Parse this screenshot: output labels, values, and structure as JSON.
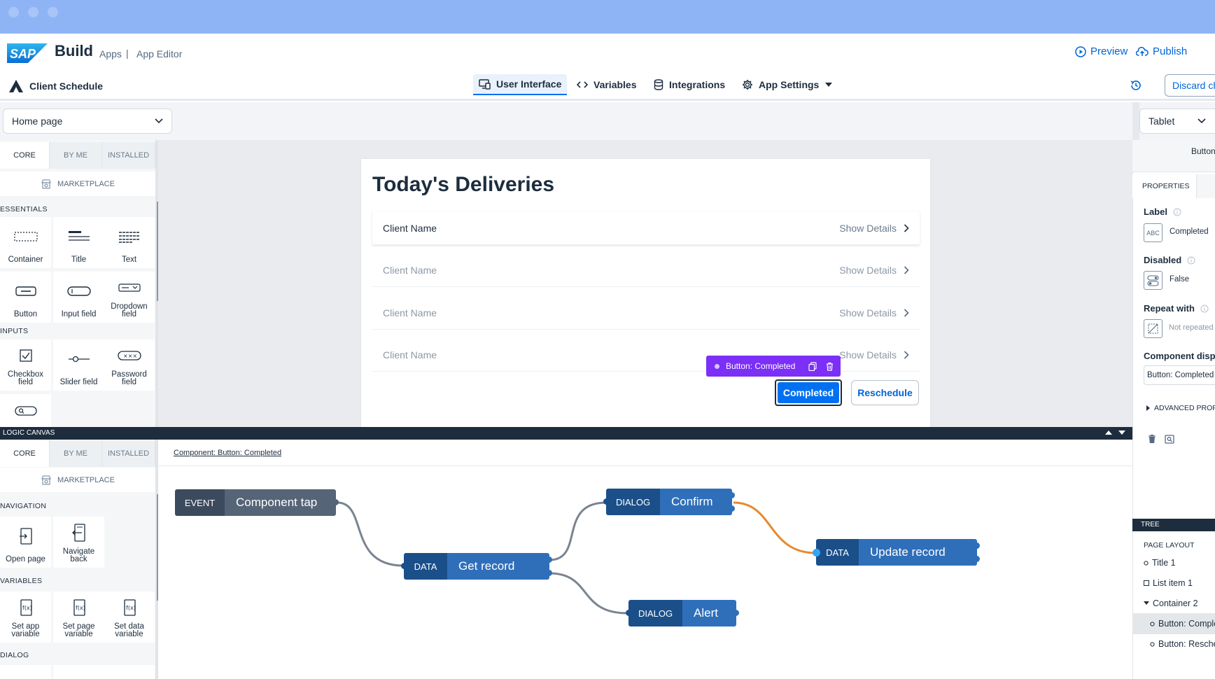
{
  "header": {
    "logo": "SAP",
    "brand": "Build",
    "crumb_apps": "Apps",
    "crumb_sep": "|",
    "crumb_editor": "App Editor",
    "preview": "Preview",
    "publish": "Publish"
  },
  "appbar": {
    "app_name": "Client Schedule",
    "tabs": [
      {
        "label": "User Interface",
        "icon": "monitor-icon",
        "active": true
      },
      {
        "label": "Variables",
        "icon": "code-icon"
      },
      {
        "label": "Integrations",
        "icon": "database-icon"
      },
      {
        "label": "App Settings",
        "icon": "gear-icon"
      }
    ],
    "discard": "Discard ch"
  },
  "page_select": {
    "value": "Home page"
  },
  "device_select": {
    "value": "Tablet"
  },
  "ui_panel": {
    "tabs": [
      "CORE",
      "BY ME",
      "INSTALLED"
    ],
    "marketplace": "MARKETPLACE",
    "sections": [
      {
        "title": "ESSENTIALS",
        "items": [
          "Container",
          "Title",
          "Text",
          "Button",
          "Input field",
          "Dropdown field"
        ]
      },
      {
        "title": "INPUTS",
        "items": [
          "Checkbox field",
          "Slider field",
          "Password field"
        ]
      }
    ]
  },
  "canvas": {
    "title": "Today's Deliveries",
    "rows": [
      {
        "name": "Client Name",
        "action": "Show Details"
      },
      {
        "name": "Client Name",
        "action": "Show Details"
      },
      {
        "name": "Client Name",
        "action": "Show Details"
      },
      {
        "name": "Client Name",
        "action": "Show Details"
      }
    ],
    "selection_tag": "Button: Completed",
    "btn_completed": "Completed",
    "btn_reschedule": "Reschedule"
  },
  "logic": {
    "bar_label": "LOGIC CANVAS",
    "tabs": [
      "CORE",
      "BY ME",
      "INSTALLED"
    ],
    "marketplace": "MARKETPLACE",
    "component_link": "Component: Button: Completed",
    "sections": [
      {
        "title": "NAVIGATION",
        "items": [
          "Open page",
          "Navigate back"
        ]
      },
      {
        "title": "VARIABLES",
        "items": [
          "Set app variable",
          "Set page variable",
          "Set data variable"
        ]
      },
      {
        "title": "DIALOG",
        "items": []
      }
    ],
    "nodes": [
      {
        "type": "EVENT",
        "name": "Component tap"
      },
      {
        "type": "DATA",
        "name": "Get record"
      },
      {
        "type": "DIALOG",
        "name": "Confirm"
      },
      {
        "type": "DIALOG",
        "name": "Alert"
      },
      {
        "type": "DATA",
        "name": "Update record"
      }
    ]
  },
  "props": {
    "top_label": "Button",
    "tab": "PROPERTIES",
    "label_title": "Label",
    "label_value": "Completed",
    "label_icon_text": "ABC",
    "disabled_title": "Disabled",
    "disabled_value": "False",
    "repeat_title": "Repeat with",
    "repeat_value": "Not repeated",
    "display_title": "Component displa",
    "display_value": "Button: Completed",
    "advanced": "ADVANCED PROP",
    "tree_bar": "TREE",
    "tree_title": "PAGE LAYOUT",
    "tree": [
      "Title 1",
      "List item 1",
      "Container 2",
      "Button: Comple",
      "Button: Resche"
    ]
  },
  "colors": {
    "accent": "#0070f2",
    "selection": "#7c3aed",
    "node_type": "#1b4f8a",
    "node_name": "#2f6fba",
    "event_type": "#3b4a5c",
    "event_name": "#556577",
    "link_gray": "#7a8490",
    "link_orange": "#e8892c"
  }
}
